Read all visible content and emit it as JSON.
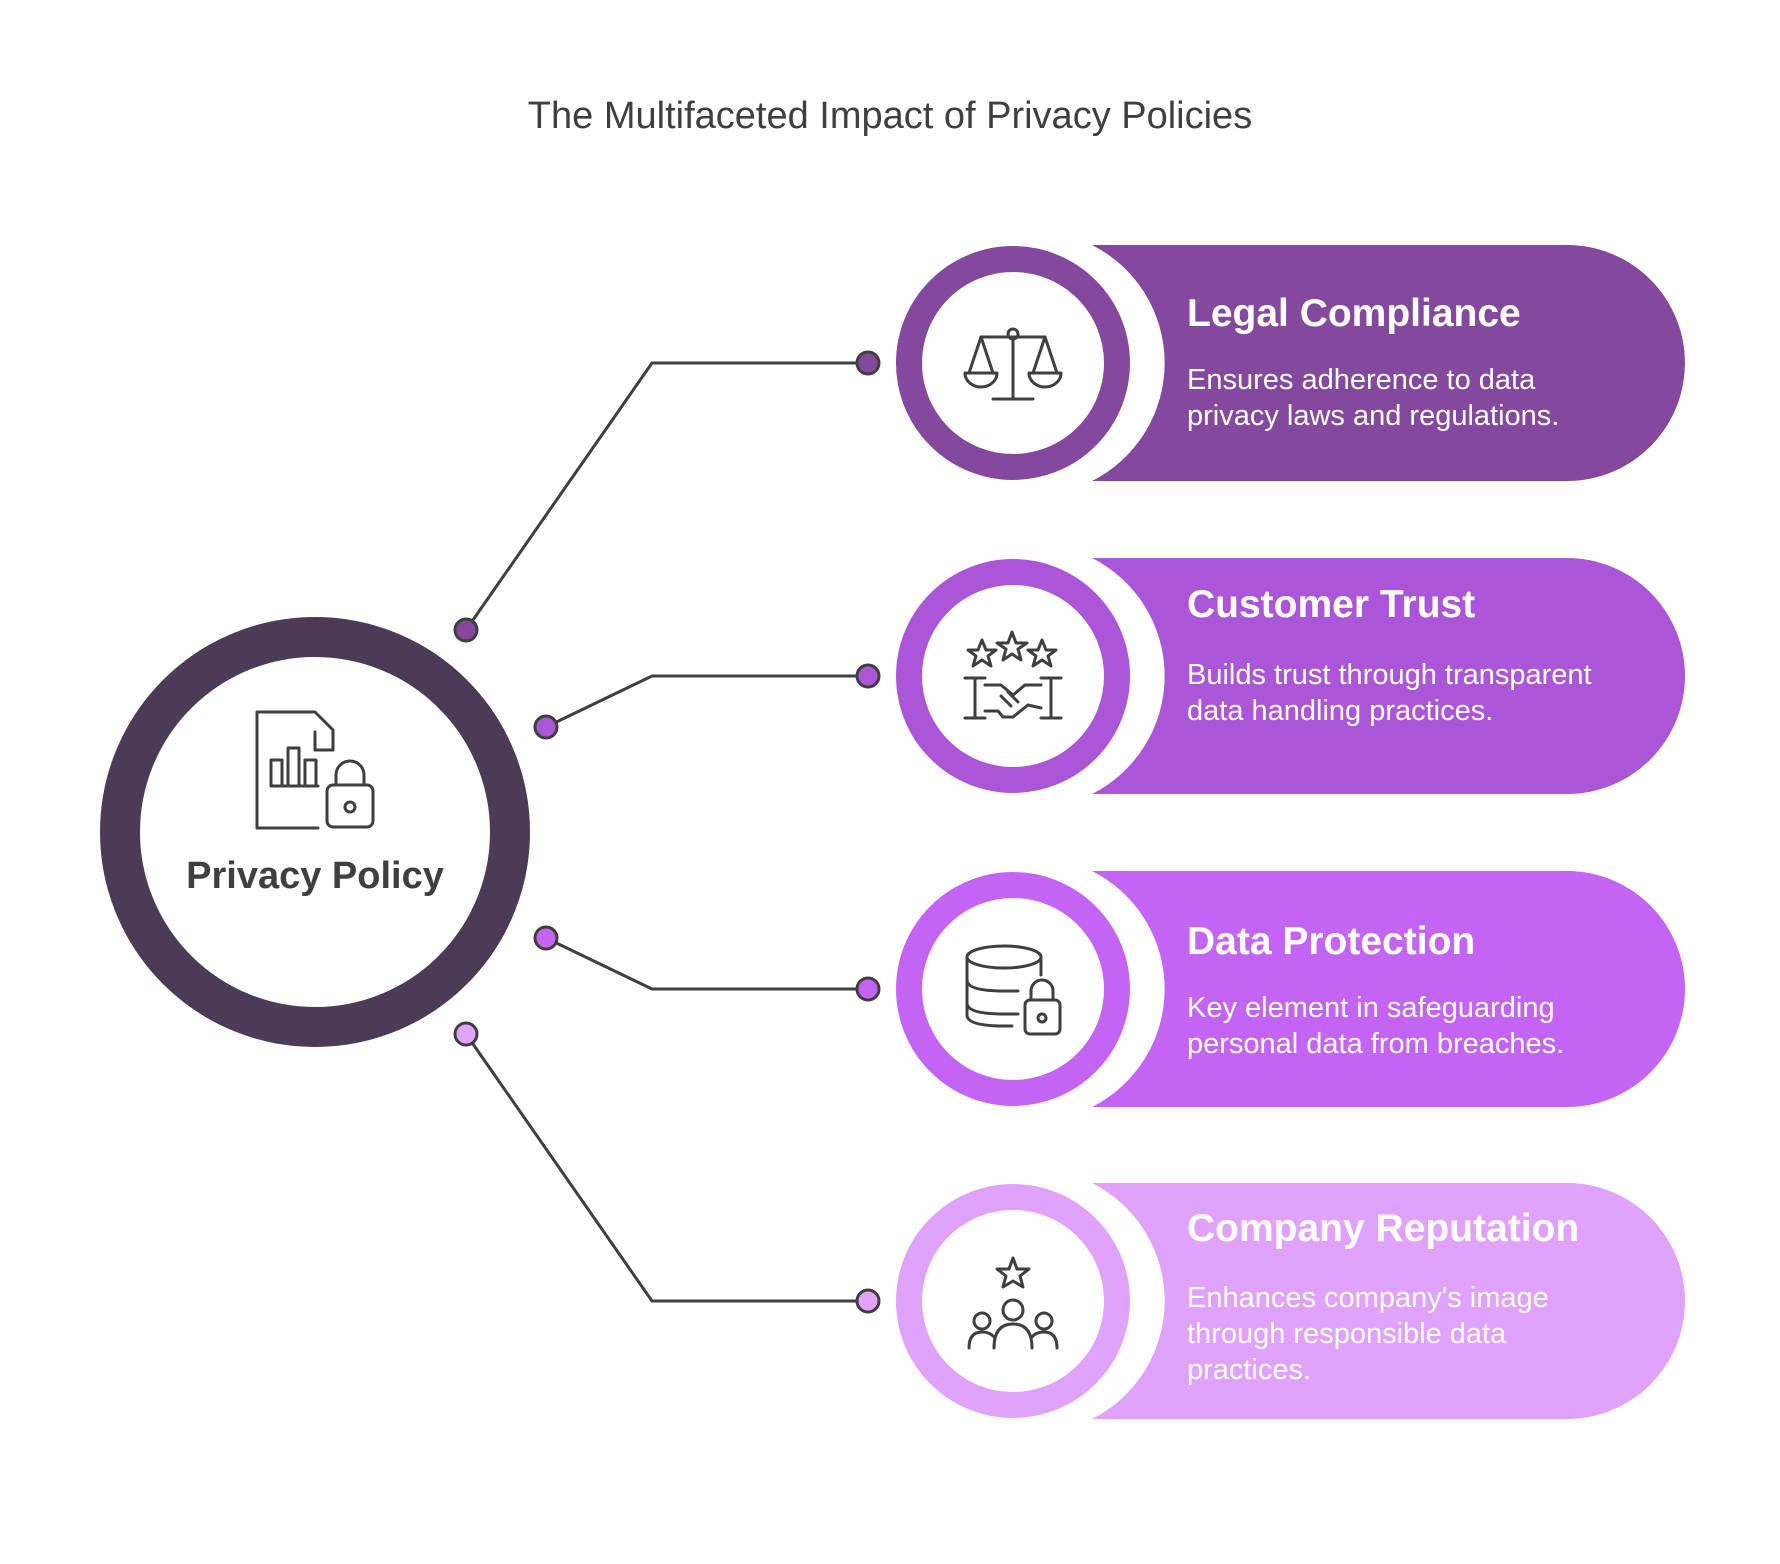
{
  "title": "The Multifaceted Impact of Privacy Policies",
  "hub": {
    "label": "Privacy Policy",
    "icon": "document-chart-lock-icon",
    "color": "#4c3b56"
  },
  "items": [
    {
      "title": "Legal Compliance",
      "description": "Ensures adherence to data privacy laws and regulations.",
      "icon": "scales-icon",
      "color": "#84489f"
    },
    {
      "title": "Customer Trust",
      "description": "Builds trust through transparent data handling practices.",
      "icon": "stars-handshake-icon",
      "color": "#ab56d8"
    },
    {
      "title": "Data Protection",
      "description": "Key element in safeguarding personal data from breaches.",
      "icon": "database-lock-icon",
      "color": "#c464f5"
    },
    {
      "title": "Company Reputation",
      "description": "Enhances company's image through responsible data practices.",
      "icon": "star-people-icon",
      "color": "#e0a2fc"
    }
  ],
  "colors": {
    "connector": "#3f3f3f",
    "icon_stroke": "#3f3f3f"
  }
}
